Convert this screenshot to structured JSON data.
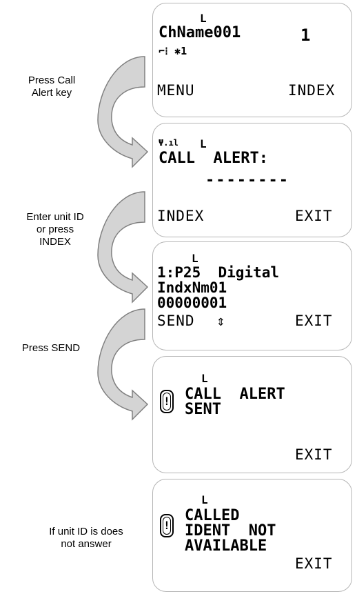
{
  "captions": [
    "Press Call\nAlert key",
    "Enter unit ID\nor press\nINDEX",
    "Press SEND",
    "If unit ID is does\nnot answer"
  ],
  "screens": [
    {
      "indicator": "L",
      "line1": "ChName001",
      "line1_right": "1",
      "icons": "⌐⁞ ✱1",
      "softkey_left": "MENU",
      "softkey_right": "INDEX"
    },
    {
      "signal_icon": "Ψ.ıl",
      "indicator": "L",
      "line1": "CALL  ALERT:",
      "line2": "--------",
      "softkey_left": "INDEX",
      "softkey_right": "EXIT"
    },
    {
      "indicator": "L",
      "line1": "1:P25  Digital",
      "line2": "IndxNm01",
      "line3": "00000001",
      "softkey_left": "SEND",
      "softkey_mid": "⇕",
      "softkey_right": "EXIT"
    },
    {
      "indicator": "L",
      "alert_icon": "!",
      "line1": "CALL  ALERT",
      "line2": "SENT",
      "softkey_right": "EXIT"
    },
    {
      "indicator": "L",
      "alert_icon": "!",
      "line1": "CALLED",
      "line2": "IDENT  NOT",
      "line3": "AVAILABLE",
      "softkey_right": "EXIT"
    }
  ],
  "colors": {
    "arrow_fill": "#d4d4d4",
    "arrow_stroke": "#808080",
    "panel_border": "#b5b5b5"
  },
  "icons": [
    "curved-arrow-icon",
    "signal-strength-icon",
    "alert-icon",
    "up-down-icon"
  ]
}
